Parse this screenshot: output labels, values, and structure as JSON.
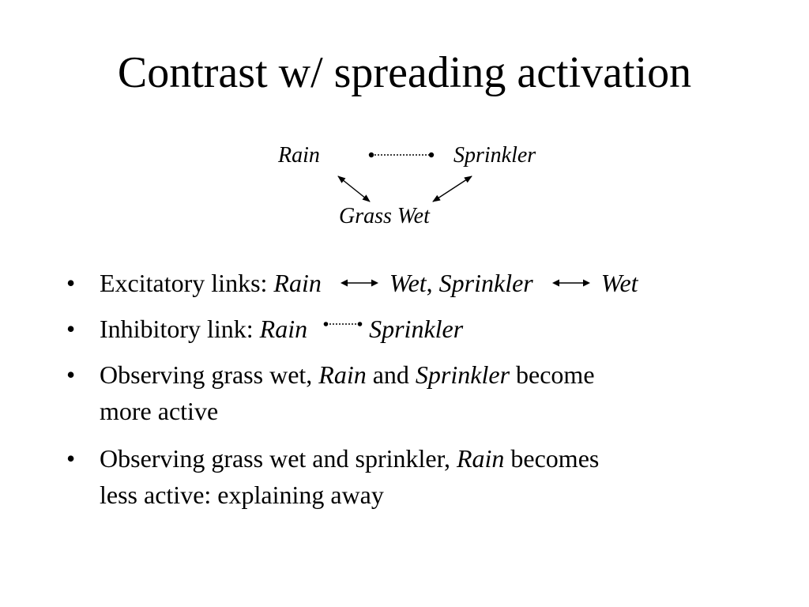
{
  "title": "Contrast w/ spreading activation",
  "diagram": {
    "rain": "Rain",
    "sprinkler": "Sprinkler",
    "grass_wet": "Grass Wet"
  },
  "bullets": {
    "b1": {
      "prefix": "Excitatory links: ",
      "rain": "Rain",
      "wet1": "Wet",
      "comma": ", ",
      "sprinkler": "Sprinkler",
      "wet2": "Wet"
    },
    "b2": {
      "prefix": "Inhibitory link: ",
      "rain": "Rain",
      "sprinkler": "Sprinkler"
    },
    "b3": {
      "prefix": "Observing grass wet, ",
      "rain": "Rain",
      "and": " and ",
      "sprinkler": "Sprinkler",
      "suffix": " become",
      "line2": "more active"
    },
    "b4": {
      "prefix": "Observing grass wet and sprinkler, ",
      "rain": "Rain",
      "suffix": " becomes",
      "line2": "less active: explaining away"
    }
  },
  "bullet_symbol": "•"
}
